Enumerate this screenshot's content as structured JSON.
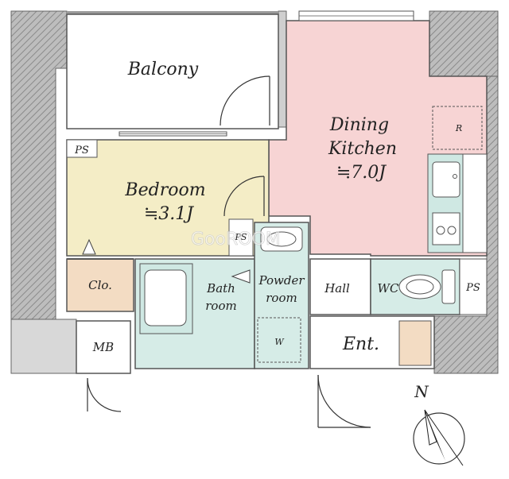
{
  "rooms": {
    "balcony": "Balcony",
    "dining_kitchen": {
      "line1": "Dining",
      "line2": "Kitchen",
      "area": "≒7.0J"
    },
    "bedroom": {
      "line1": "Bedroom",
      "area": "≒3.1J"
    },
    "closet": "Clo.",
    "bath": {
      "line1": "Bath",
      "line2": "room"
    },
    "powder": {
      "line1": "Powder",
      "line2": "room"
    },
    "hall": "Hall",
    "wc": "WC",
    "entrance": "Ent.",
    "mb": "MB"
  },
  "fixtures": {
    "ps_top": "PS",
    "ps_mid": "PS",
    "ps_right": "PS",
    "fridge": "R",
    "washer": "W"
  },
  "watermark": "GooROOM",
  "compass": {
    "north": "N"
  },
  "colors": {
    "dining": "#f7d4d4",
    "bedroom": "#f4edc6",
    "wet": "#d6ece7",
    "closet": "#f3dcc3",
    "wall_hatch": "#8a8a8a",
    "walkway": "#d4d4d4"
  }
}
